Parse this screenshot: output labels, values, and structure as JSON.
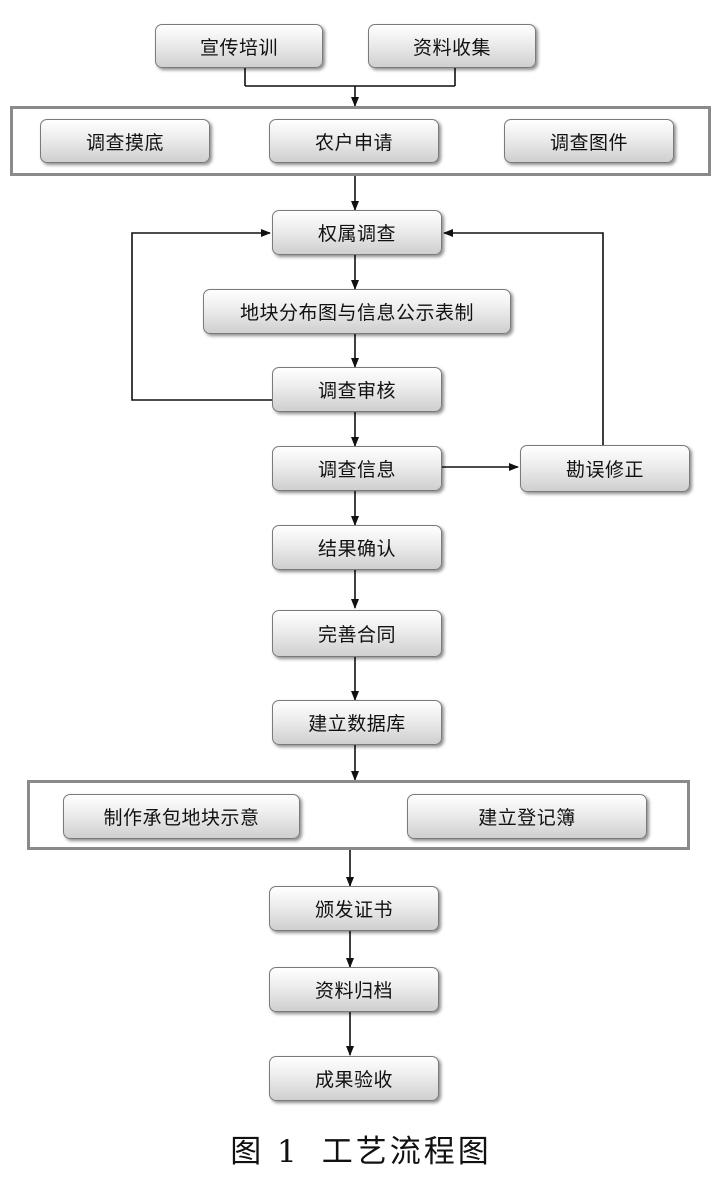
{
  "nodes": {
    "publicity_training": "宣传培训",
    "data_collection": "资料收集",
    "survey_baseline": "调查摸底",
    "farmer_application": "农户申请",
    "survey_maps": "调查图件",
    "ownership_survey": "权属调查",
    "plot_map_and_notice": "地块分布图与信息公示表制",
    "survey_review": "调查审核",
    "survey_info": "调查信息",
    "error_correction": "勘误修正",
    "result_confirmation": "结果确认",
    "contract_completion": "完善合同",
    "build_database": "建立数据库",
    "make_plot_diagram": "制作承包地块示意",
    "build_register": "建立登记簿",
    "issue_certificate": "颁发证书",
    "data_archiving": "资料归档",
    "result_acceptance": "成果验收"
  },
  "caption": {
    "figure_number": "图 1",
    "title": "工艺流程图"
  },
  "style": {
    "line_color": "#111111",
    "frame_color": "#8a8a8a",
    "box_gradient_top": "#ffffff",
    "box_gradient_bottom": "#cfcfcf"
  }
}
